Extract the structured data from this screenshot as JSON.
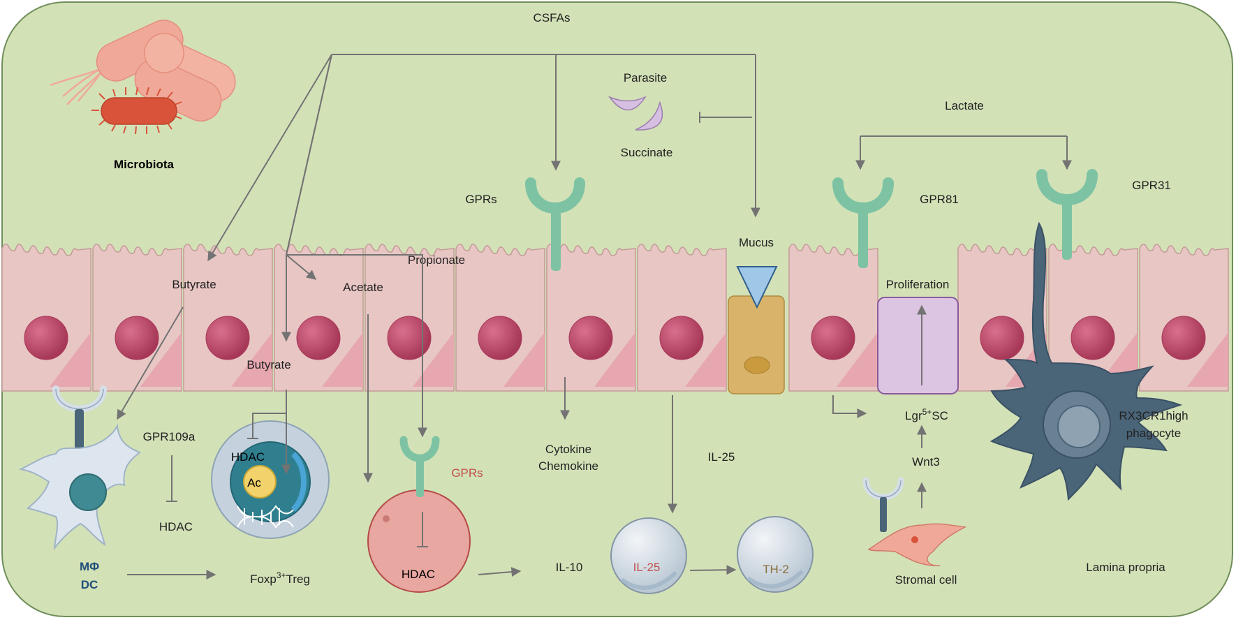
{
  "labels": {
    "csfas": "CSFAs",
    "microbiota": "Microbiota",
    "parasite": "Parasite",
    "succinate": "Succinate",
    "lactate": "Lactate",
    "gprs_top": "GPRs",
    "gpr81": "GPR81",
    "gpr31": "GPR31",
    "mucus": "Mucus",
    "butyrate_1": "Butyrate",
    "acetate": "Acetate",
    "propionate": "Propionate",
    "butyrate_2": "Butyrate",
    "proliferation": "Proliferation",
    "gpr109a": "GPR109a",
    "hdac_1": "HDAC",
    "hdac_2": "HDAC",
    "ac": "Ac",
    "gprs_red": "GPRs",
    "hdac_3": "HDAC",
    "cytokine": "Cytokine",
    "chemokine": "Chemokine",
    "il25_free": "IL-25",
    "il25_cell": "IL-25",
    "th2": "TH-2",
    "il10": "IL-10",
    "mphi": "MΦ",
    "dc": "DC",
    "foxp3_base": "Foxp",
    "foxp3_sup": "3+",
    "foxp3_tail": "Treg",
    "lgr_base": "Lgr",
    "lgr_sup": "5+",
    "lgr_tail": "SC",
    "wnt3": "Wnt3",
    "stromal": "Stromal cell",
    "rx3cr1_line1": "RX3CR1high",
    "rx3cr1_line2": "phagocyte",
    "lamina": "Lamina propria"
  },
  "colors": {
    "background": "#d3e1b7",
    "background_border": "#6f8f5a",
    "epithelial_cell": "#e8c6c4",
    "epithelial_border": "#c49a98",
    "nucleus": "#c04c6e",
    "receptor": "#7dc3a3",
    "arrow": "#737373",
    "goblet": "#d9b36a",
    "mucus_triangle": "#9fc7e8",
    "proliferation_box": "#dcc4e3",
    "bacterium_pink": "#f0a998",
    "bacterium_red": "#d9533a",
    "phagocyte": "#4a6478",
    "macrophage_label": "#1f4e79",
    "red_label": "#c0504d",
    "th2_label": "#8a6d3b",
    "parasite": "#d6bfe0"
  }
}
